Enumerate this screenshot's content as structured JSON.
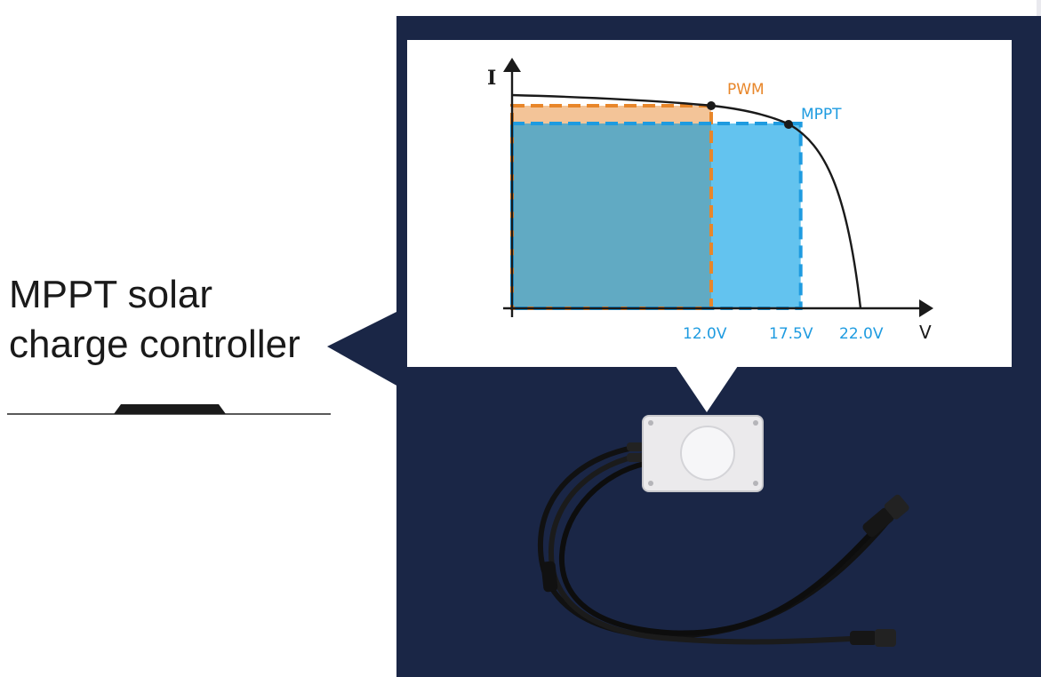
{
  "title": {
    "line1": "MPPT solar",
    "line2": "charge controller"
  },
  "colors": {
    "panel": "#1a2646",
    "pwm": "#e8862a",
    "mppt": "#1e9be0",
    "pwm_fill": "#f3c498",
    "overlap_fill": "#61aac3",
    "mppt_fill": "#63c3ef"
  },
  "chart_data": {
    "type": "line",
    "xlabel": "V",
    "ylabel": "I",
    "x_ticks": [
      "12.0V",
      "17.5V",
      "22.0V"
    ],
    "points": [
      {
        "name": "PWM",
        "x": 12.0
      },
      {
        "name": "MPPT",
        "x": 17.5
      }
    ],
    "open_circuit_voltage": 22.0
  },
  "device": {
    "icon": "junction-box-with-cables"
  }
}
